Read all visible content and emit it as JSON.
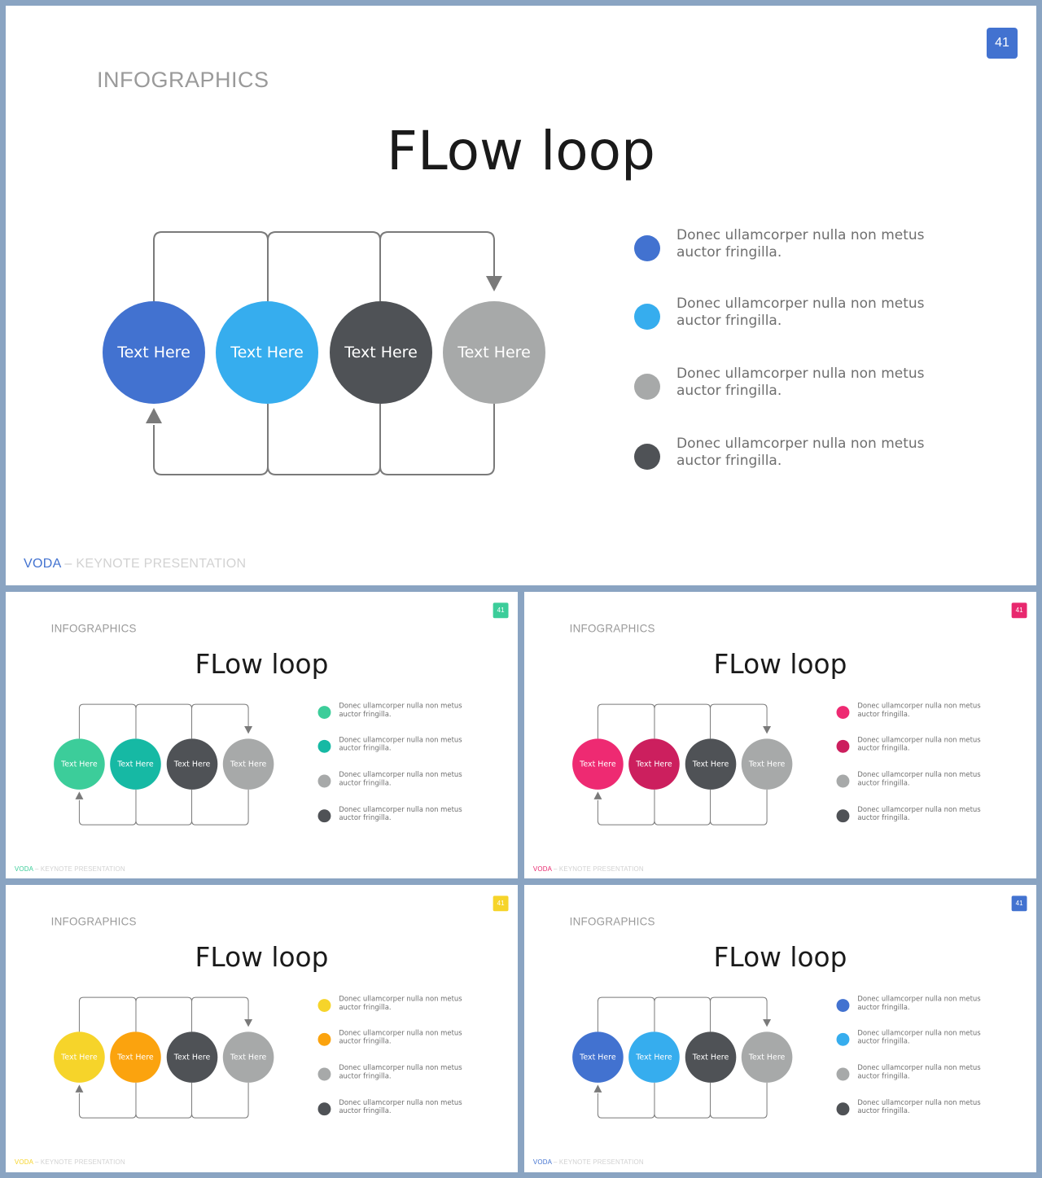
{
  "slides": [
    {
      "section": "INFOGRAPHICS",
      "title": "FLow loop",
      "page_number": "41",
      "footer_brand": "VODA",
      "footer_sep": "–",
      "footer_rest": "KEYNOTE PRESENTATION",
      "colors": {
        "accent": "#4272d0",
        "c1": "#4272d0",
        "c2": "#36adee",
        "c3": "#4f5256",
        "c4": "#a7a9a9",
        "d1": "#4272d0",
        "d2": "#36adee",
        "d3": "#a7a9a9",
        "d4": "#4f5256"
      },
      "circles": [
        "Text Here",
        "Text Here",
        "Text Here",
        "Text Here"
      ],
      "legend": [
        "Donec ullamcorper nulla non metus auctor fringilla.",
        "Donec ullamcorper nulla non metus auctor fringilla.",
        "Donec ullamcorper nulla non metus auctor fringilla.",
        "Donec ullamcorper nulla non metus auctor fringilla."
      ]
    },
    {
      "section": "INFOGRAPHICS",
      "title": "FLow loop",
      "page_number": "41",
      "footer_brand": "VODA",
      "footer_sep": "–",
      "footer_rest": "KEYNOTE PRESENTATION",
      "colors": {
        "accent": "#3ccd9a",
        "c1": "#3ccd9a",
        "c2": "#16b9a4",
        "c3": "#4f5256",
        "c4": "#a7a9a9",
        "d1": "#3ccd9a",
        "d2": "#16b9a4",
        "d3": "#a7a9a9",
        "d4": "#4f5256"
      },
      "circles": [
        "Text Here",
        "Text Here",
        "Text Here",
        "Text Here"
      ],
      "legend": [
        "Donec ullamcorper nulla non metus auctor fringilla.",
        "Donec ullamcorper nulla non metus auctor fringilla.",
        "Donec ullamcorper nulla non metus auctor fringilla.",
        "Donec ullamcorper nulla non metus auctor fringilla."
      ]
    },
    {
      "section": "INFOGRAPHICS",
      "title": "FLow loop",
      "page_number": "41",
      "footer_brand": "VODA",
      "footer_sep": "–",
      "footer_rest": "KEYNOTE PRESENTATION",
      "colors": {
        "accent": "#e8286e",
        "c1": "#ee2a72",
        "c2": "#cc1f5e",
        "c3": "#4f5256",
        "c4": "#a7a9a9",
        "d1": "#ee2a72",
        "d2": "#cc1f5e",
        "d3": "#a7a9a9",
        "d4": "#4f5256"
      },
      "circles": [
        "Text Here",
        "Text Here",
        "Text Here",
        "Text Here"
      ],
      "legend": [
        "Donec ullamcorper nulla non metus auctor fringilla.",
        "Donec ullamcorper nulla non metus auctor fringilla.",
        "Donec ullamcorper nulla non metus auctor fringilla.",
        "Donec ullamcorper nulla non metus auctor fringilla."
      ]
    },
    {
      "section": "INFOGRAPHICS",
      "title": "FLow loop",
      "page_number": "41",
      "footer_brand": "VODA",
      "footer_sep": "–",
      "footer_rest": "KEYNOTE PRESENTATION",
      "colors": {
        "accent": "#f6d42a",
        "c1": "#f6d42a",
        "c2": "#fba30e",
        "c3": "#4f5256",
        "c4": "#a7a9a9",
        "d1": "#f6d42a",
        "d2": "#fba30e",
        "d3": "#a7a9a9",
        "d4": "#4f5256"
      },
      "circles": [
        "Text Here",
        "Text Here",
        "Text Here",
        "Text Here"
      ],
      "legend": [
        "Donec ullamcorper nulla non metus auctor fringilla.",
        "Donec ullamcorper nulla non metus auctor fringilla.",
        "Donec ullamcorper nulla non metus auctor fringilla.",
        "Donec ullamcorper nulla non metus auctor fringilla."
      ]
    },
    {
      "section": "INFOGRAPHICS",
      "title": "FLow loop",
      "page_number": "41",
      "footer_brand": "VODA",
      "footer_sep": "–",
      "footer_rest": "KEYNOTE PRESENTATION",
      "colors": {
        "accent": "#4272d0",
        "c1": "#4272d0",
        "c2": "#36adee",
        "c3": "#4f5256",
        "c4": "#a7a9a9",
        "d1": "#4272d0",
        "d2": "#36adee",
        "d3": "#a7a9a9",
        "d4": "#4f5256"
      },
      "circles": [
        "Text Here",
        "Text Here",
        "Text Here",
        "Text Here"
      ],
      "legend": [
        "Donec ullamcorper nulla non metus auctor fringilla.",
        "Donec ullamcorper nulla non metus auctor fringilla.",
        "Donec ullamcorper nulla non metus auctor fringilla.",
        "Donec ullamcorper nulla non metus auctor fringilla."
      ]
    }
  ]
}
